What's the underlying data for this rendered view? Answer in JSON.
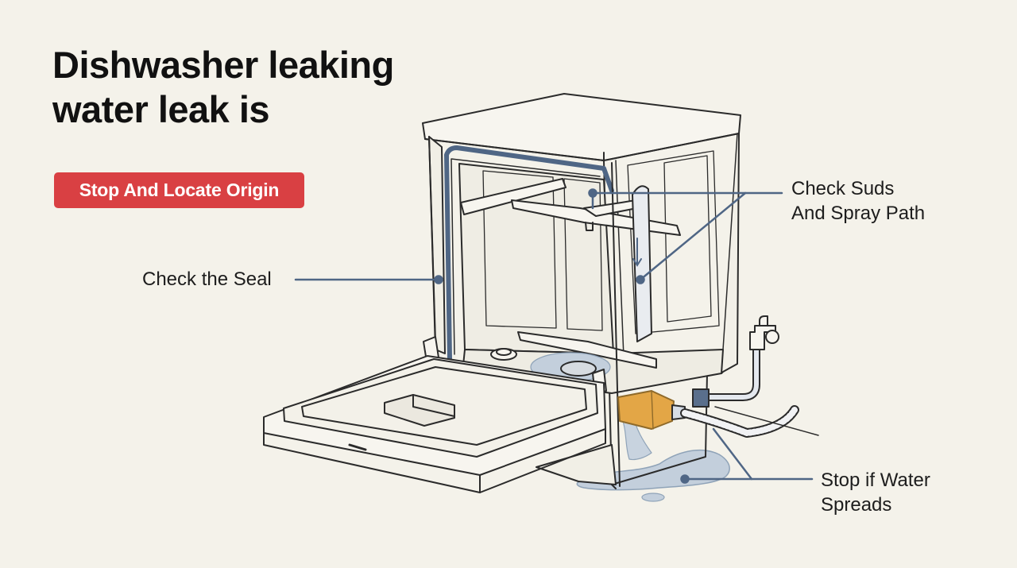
{
  "title": {
    "line1": "Dishwasher leaking",
    "line2": "water leak is"
  },
  "badge": {
    "label": "Stop And Locate Origin",
    "color": "#d94043"
  },
  "callouts": {
    "seal": {
      "line1": "Check the Seal"
    },
    "suds": {
      "line1": "Check Suds",
      "line2": "And Spray Path"
    },
    "water": {
      "line1": "Stop if Water",
      "line2": "Spreads"
    }
  },
  "colors": {
    "background": "#f4f2ea",
    "outline": "#2b2b2b",
    "callout_line": "#4f6685",
    "water": "#b9c7d6",
    "valve": "#e3a646"
  }
}
